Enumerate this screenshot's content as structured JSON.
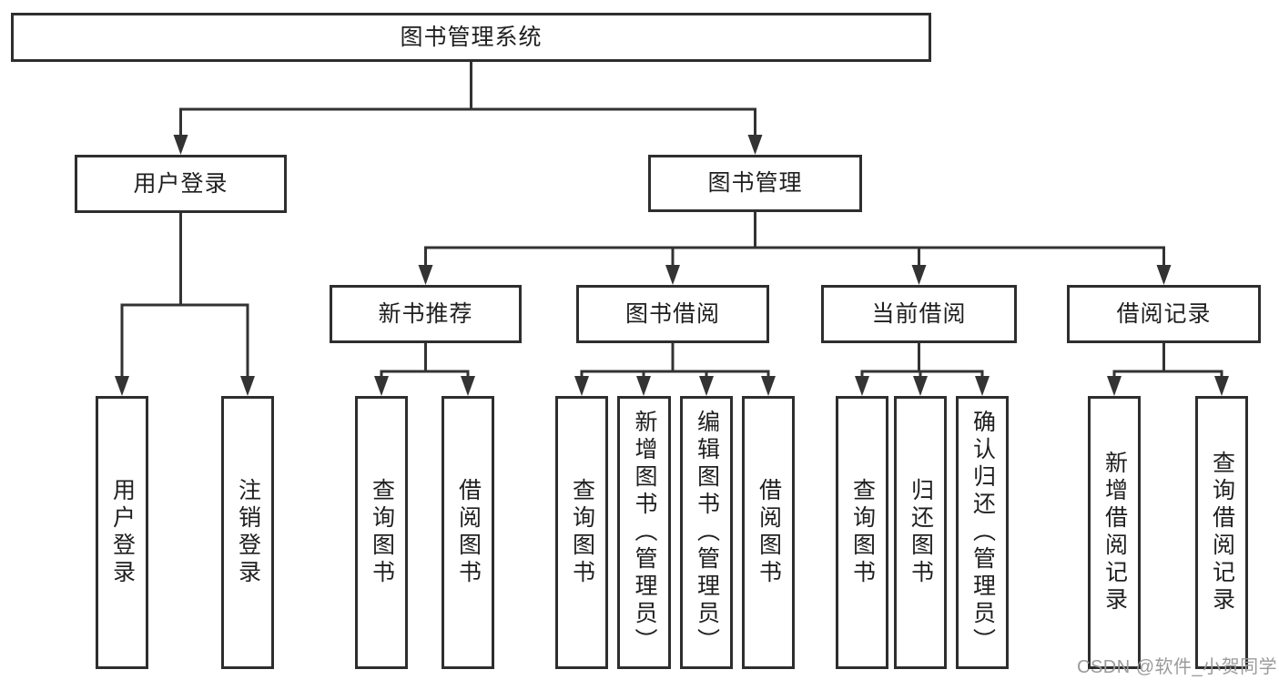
{
  "colors": {
    "line": "#333333",
    "border": "#2e2e2e",
    "text": "#1f1f1f",
    "watermark": "#9b9b9b",
    "background": "#ffffff"
  },
  "diagram": {
    "root": "图书管理系统",
    "branches": [
      {
        "label": "用户登录",
        "leaves": [
          "用户登录",
          "注销登录"
        ]
      },
      {
        "label": "图书管理",
        "groups": [
          {
            "label": "新书推荐",
            "leaves": [
              "查询图书",
              "借阅图书"
            ]
          },
          {
            "label": "图书借阅",
            "leaves": [
              "查询图书",
              "新增图书（管理员）",
              "编辑图书（管理员）",
              "借阅图书"
            ]
          },
          {
            "label": "当前借阅",
            "leaves": [
              "查询图书",
              "归还图书",
              "确认归还（管理员）"
            ]
          },
          {
            "label": "借阅记录",
            "leaves": [
              "新增借阅记录",
              "查询借阅记录"
            ]
          }
        ]
      }
    ]
  },
  "watermark": {
    "text": "CSDN @软件_小贺同学"
  }
}
